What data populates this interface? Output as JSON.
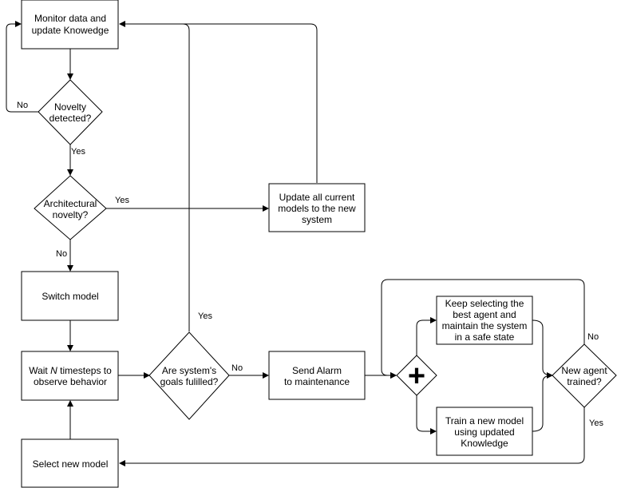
{
  "nodes": {
    "monitor": [
      "Monitor data and",
      "update Knowedge"
    ],
    "novelty": [
      "Novelty",
      "detected?"
    ],
    "arch": [
      "Architectural",
      "novelty?"
    ],
    "update_models": [
      "Update all current",
      "models to the new",
      "system"
    ],
    "switch": [
      "Switch model"
    ],
    "wait": [
      "Wait",
      "N",
      "timesteps to",
      "observe behavior"
    ],
    "goals": [
      "Are system's",
      "goals fulilled?"
    ],
    "alarm": [
      "Send Alarm",
      "to maintenance"
    ],
    "gateway_symbol": "+",
    "keep": [
      "Keep selecting the",
      "best agent and",
      "maintain the system",
      "in a safe state"
    ],
    "train": [
      "Train a new model",
      "using updated",
      "Knowledge"
    ],
    "trained": [
      "New agent",
      "trained?"
    ],
    "select": [
      "Select new model"
    ]
  },
  "edge_labels": {
    "novelty_no": "No",
    "novelty_yes": "Yes",
    "arch_yes": "Yes",
    "arch_no": "No",
    "goals_yes": "Yes",
    "goals_no": "No",
    "trained_no": "No",
    "trained_yes": "Yes"
  }
}
